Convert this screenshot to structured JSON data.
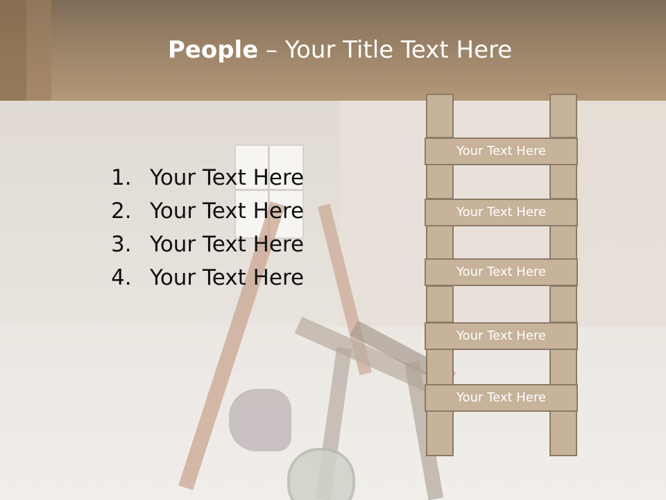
{
  "slide": {
    "title_bold": "People",
    "title_rest": " – Your Title Text Here"
  },
  "list": [
    {
      "number": "1.",
      "text": "Your Text Here"
    },
    {
      "number": "2.",
      "text": "Your Text Here"
    },
    {
      "number": "3.",
      "text": "Your Text Here"
    },
    {
      "number": "4.",
      "text": "Your Text Here"
    }
  ],
  "ladder": {
    "rungs": [
      "Your Text Here",
      "Your Text Here",
      "Your Text Here",
      "Your Text Here",
      "Your Text Here"
    ]
  },
  "colors": {
    "header": "#a48b6e",
    "ladder_fill": "#c7b29a",
    "ladder_border": "#8c7a66"
  }
}
